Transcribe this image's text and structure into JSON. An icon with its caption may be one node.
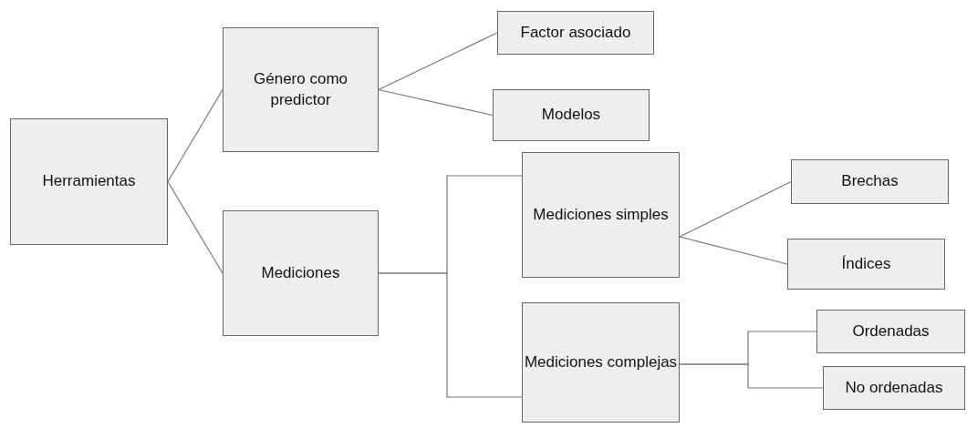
{
  "diagram": {
    "nodes": [
      {
        "text": [
          "Herramientas"
        ]
      },
      {
        "text": [
          "Género como predictor"
        ]
      },
      {
        "text": [
          "Mediciones"
        ]
      },
      {
        "text": [
          "Factor asociado"
        ]
      },
      {
        "text": [
          "Modelos"
        ]
      },
      {
        "text": [
          "Mediciones simples"
        ]
      },
      {
        "text": [
          "Mediciones complejas"
        ]
      },
      {
        "text": [
          "Brechas"
        ]
      },
      {
        "text": [
          "Índices"
        ]
      },
      {
        "text": [
          "Ordenadas"
        ]
      },
      {
        "text": [
          "No ordenadas"
        ]
      }
    ],
    "edges": [
      {
        "from": 0,
        "to": 1,
        "arrow": "none"
      },
      {
        "from": 0,
        "to": 2,
        "arrow": "none"
      },
      {
        "from": 1,
        "to": 3,
        "arrow": "none"
      },
      {
        "from": 1,
        "to": 4,
        "arrow": "none"
      },
      {
        "from": 2,
        "to": 5,
        "arrow": "none"
      },
      {
        "from": 2,
        "to": 6,
        "arrow": "none"
      },
      {
        "from": 5,
        "to": 7,
        "arrow": "none"
      },
      {
        "from": 5,
        "to": 8,
        "arrow": "none"
      },
      {
        "from": 6,
        "to": 9,
        "arrow": "none"
      },
      {
        "from": 6,
        "to": 10,
        "arrow": "none"
      }
    ]
  }
}
